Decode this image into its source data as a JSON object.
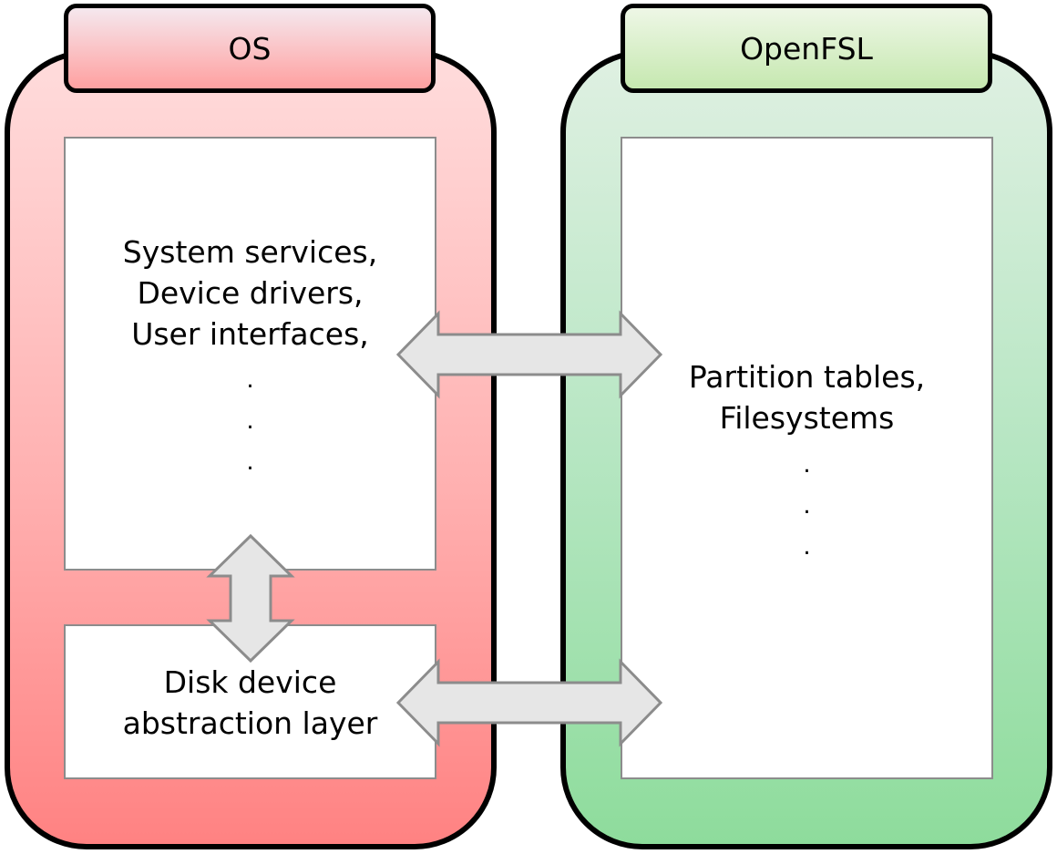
{
  "os": {
    "title": "OS",
    "services": {
      "lines": [
        "System services,",
        "Device drivers,",
        "User interfaces,"
      ],
      "dots": [
        ".",
        ".",
        "."
      ]
    },
    "disk": {
      "lines": [
        "Disk device",
        "abstraction layer"
      ]
    }
  },
  "openfsl": {
    "title": "OpenFSL",
    "panel": {
      "lines": [
        "Partition tables,",
        "Filesystems"
      ],
      "dots": [
        ".",
        ".",
        "."
      ]
    }
  },
  "colors": {
    "os_gradient": [
      "#ffdcdc",
      "#ffb0b0",
      "#ff8282"
    ],
    "openfsl_gradient": [
      "#dff0e2",
      "#b6e6c2",
      "#8edc9c"
    ],
    "arrow_fill": "#e6e6e6",
    "arrow_stroke": "#8c8c8c"
  }
}
